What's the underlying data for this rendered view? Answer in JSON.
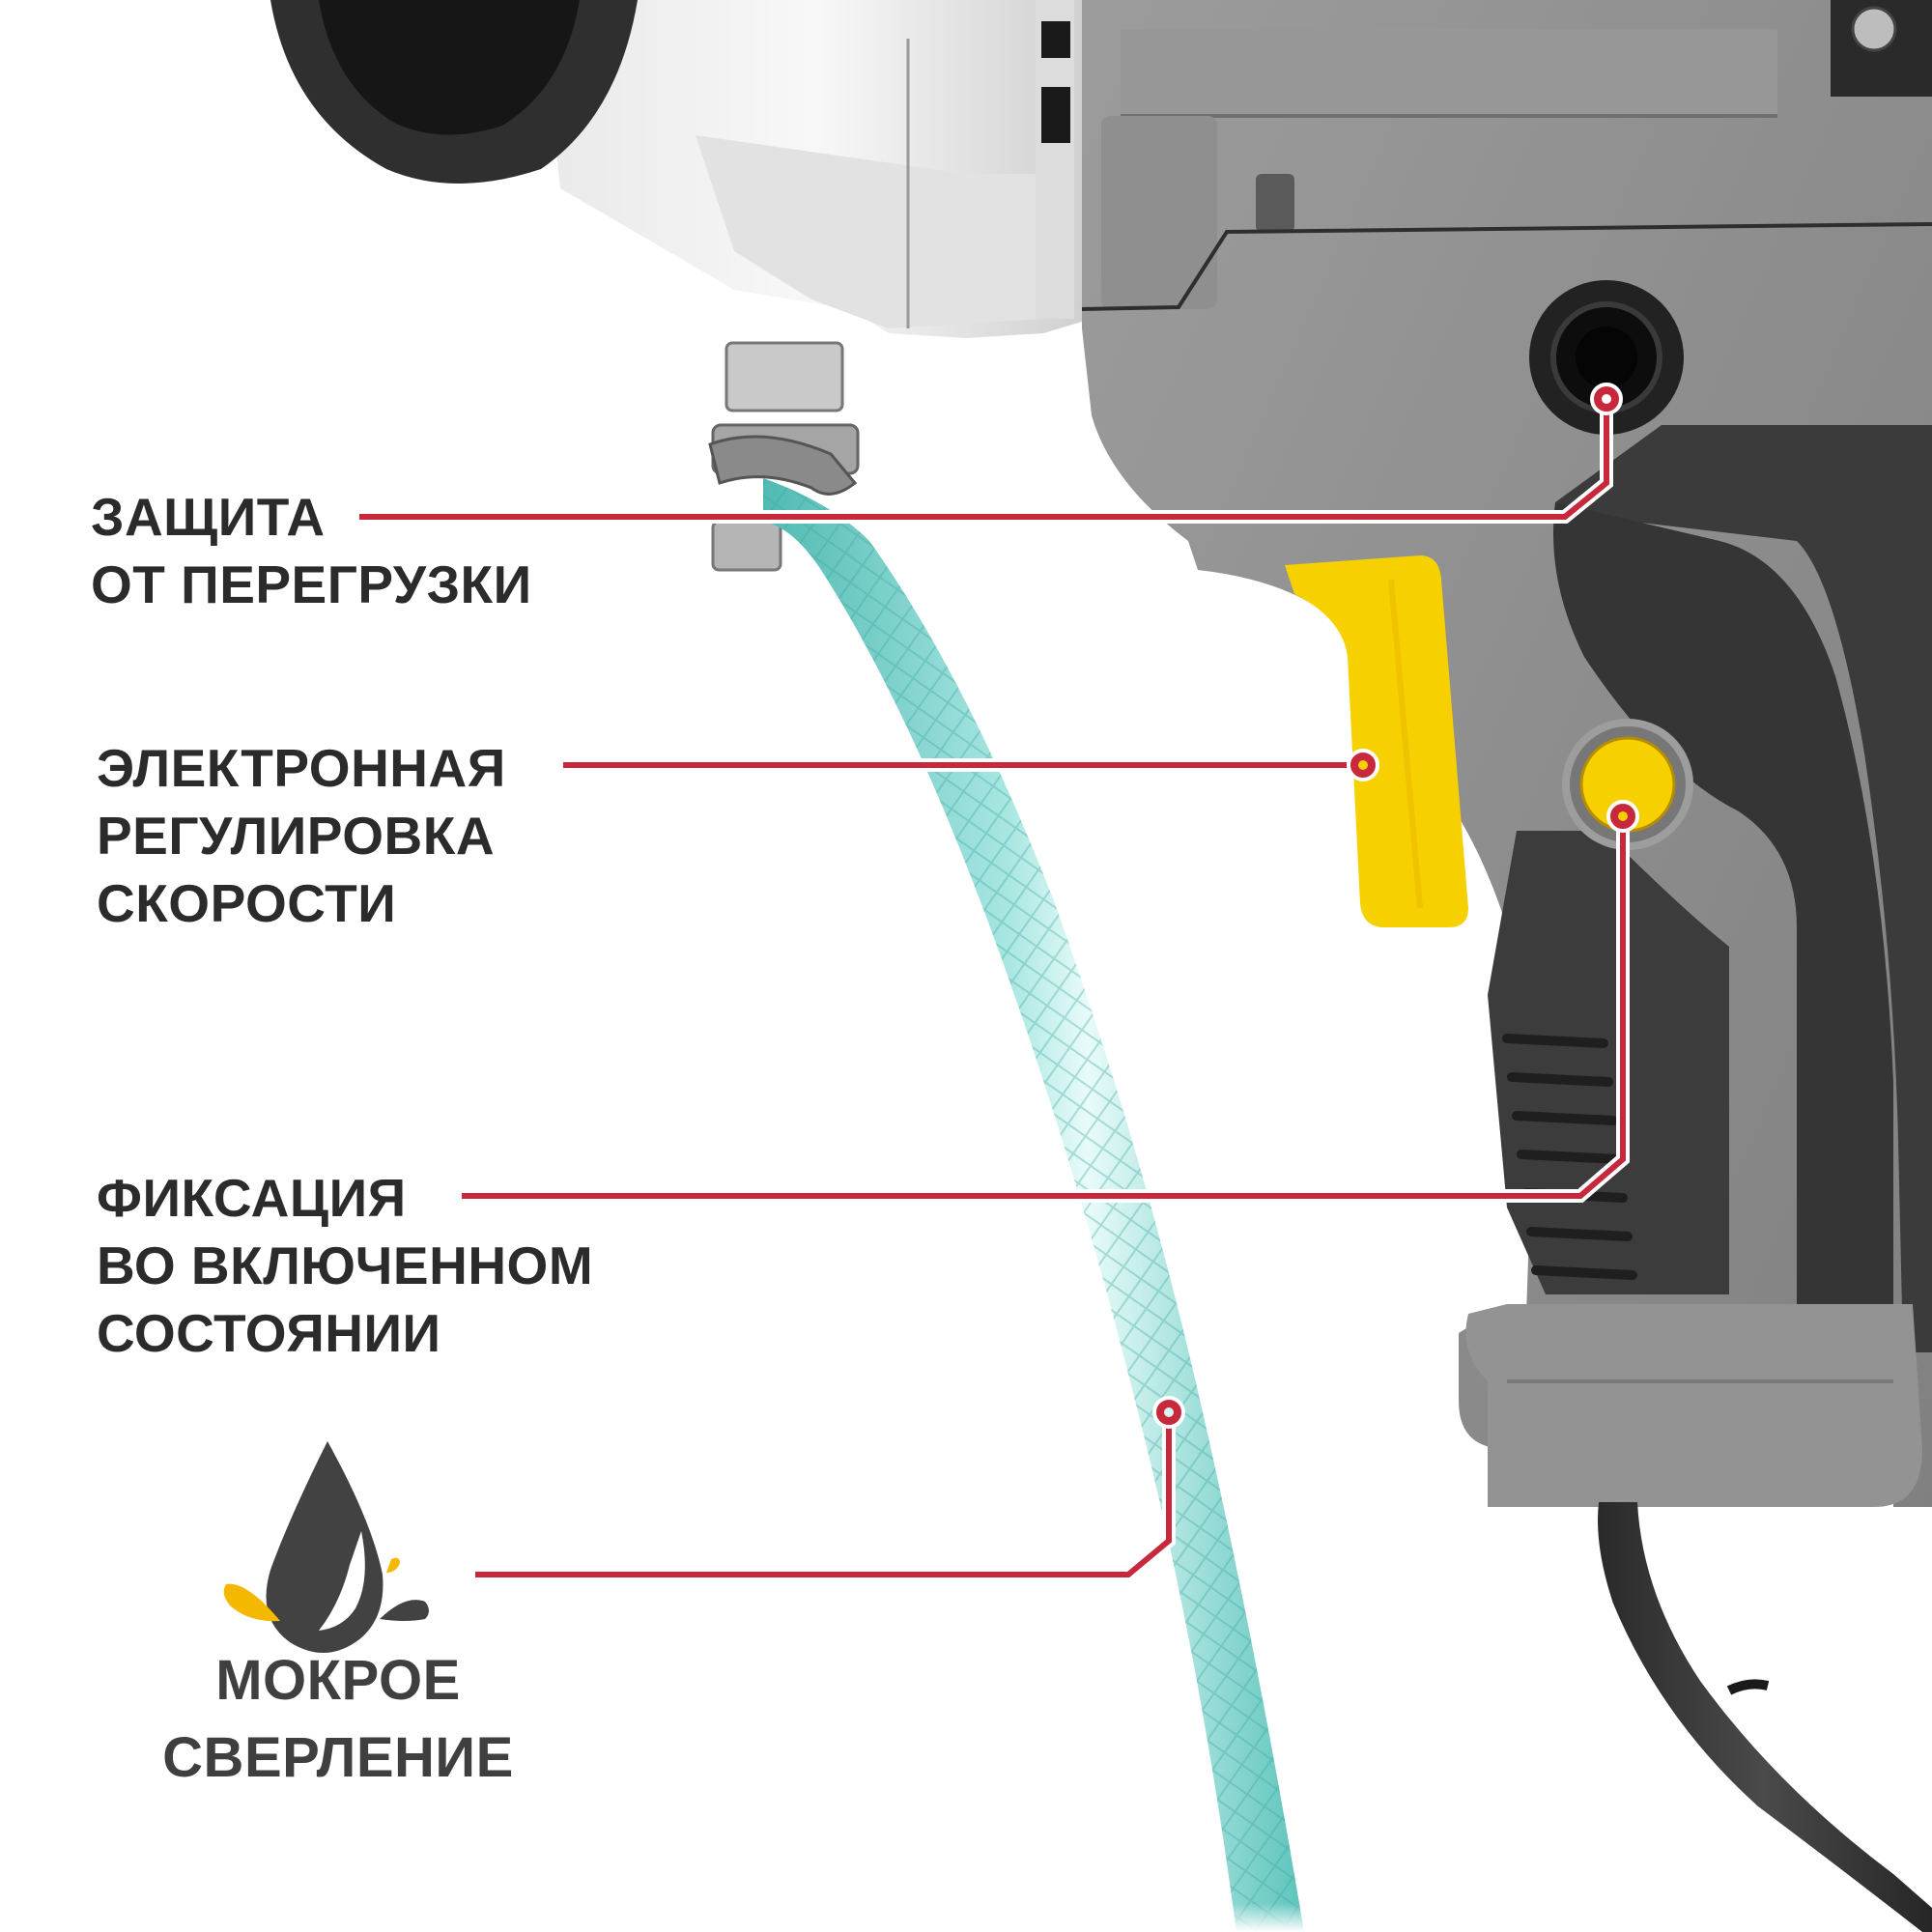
{
  "product": {
    "type": "diamond core drill with water supply",
    "colors": {
      "accent_line": "#c8283c",
      "text": "#2b2b2b",
      "icon_drop": "#424242",
      "icon_splash_yellow": "#f5b800",
      "trigger_yellow": "#f7d000",
      "body_grey": "#8e8e8e",
      "grip_dark": "#3a3a3a",
      "hose_teal": "#6fcfc8"
    }
  },
  "callouts": [
    {
      "id": "overload-protection",
      "lines": [
        "ЗАЩИТА",
        "ОТ ПЕРЕГРУЗКИ"
      ],
      "target": "overload-reset-button"
    },
    {
      "id": "electronic-speed-control",
      "lines": [
        "ЭЛЕКТРОННАЯ",
        "РЕГУЛИРОВКА",
        "СКОРОСТИ"
      ],
      "target": "trigger"
    },
    {
      "id": "lock-on",
      "lines": [
        "ФИКСАЦИЯ",
        "ВО ВКЛЮЧЕННОМ",
        "СОСТОЯНИИ"
      ],
      "target": "lock-on-button"
    },
    {
      "id": "wet-drilling",
      "lines": [
        "МОКРОЕ",
        "СВЕРЛЕНИЕ"
      ],
      "icon": "water-drop-splash-icon",
      "target": "water-hose"
    }
  ]
}
